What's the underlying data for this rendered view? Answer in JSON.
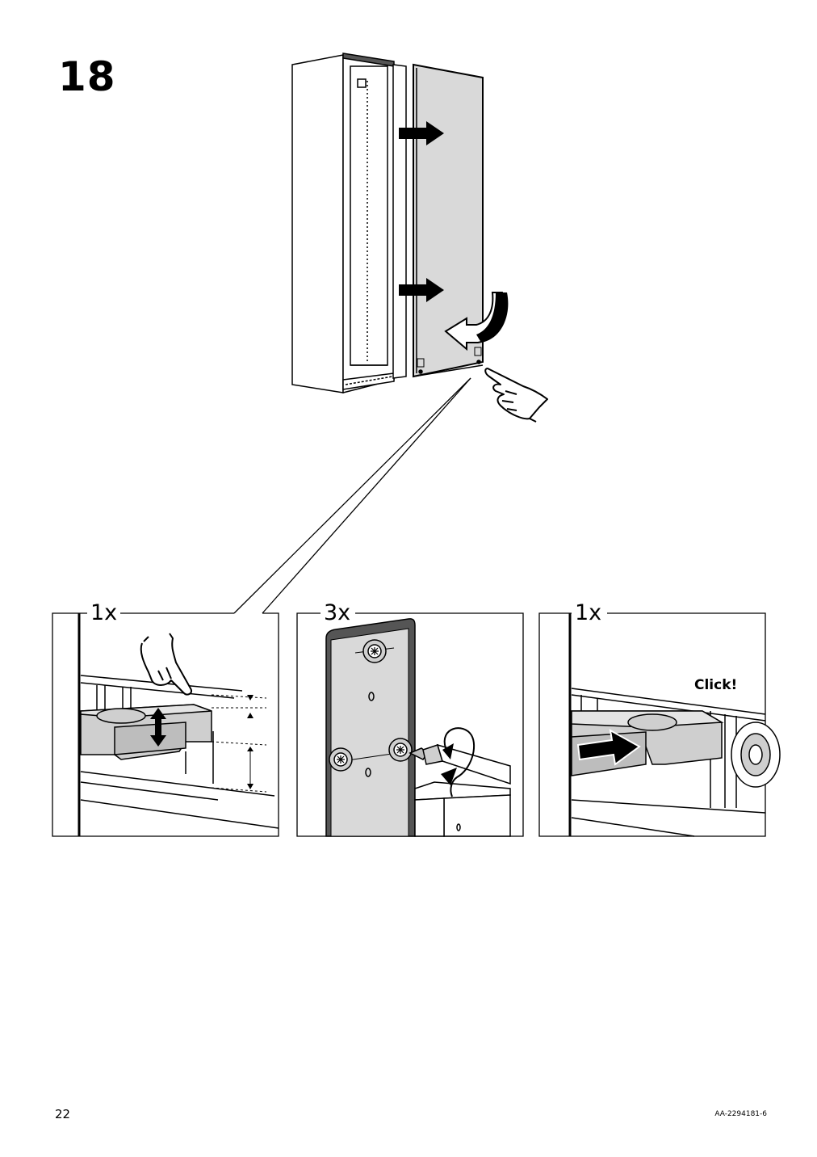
{
  "step": {
    "number": "18"
  },
  "panels": [
    {
      "quantity": "1x"
    },
    {
      "quantity": "3x"
    },
    {
      "quantity": "1x",
      "sound_text": "Click!"
    }
  ],
  "footer": {
    "page_number": "22",
    "document_code": "AA-2294181-6"
  },
  "colors": {
    "line": "#000000",
    "panel_fill": "#d9d9d9",
    "part_fill": "#cfcfcf",
    "dark_fill": "#555555"
  },
  "icons": [
    "wardrobe-illustration",
    "push-arrow-icon",
    "curved-arrow-icon",
    "pointing-hand-icon",
    "up-down-arrow-icon",
    "screw-icon",
    "screwdriver-icon",
    "rotate-arrow-icon"
  ]
}
